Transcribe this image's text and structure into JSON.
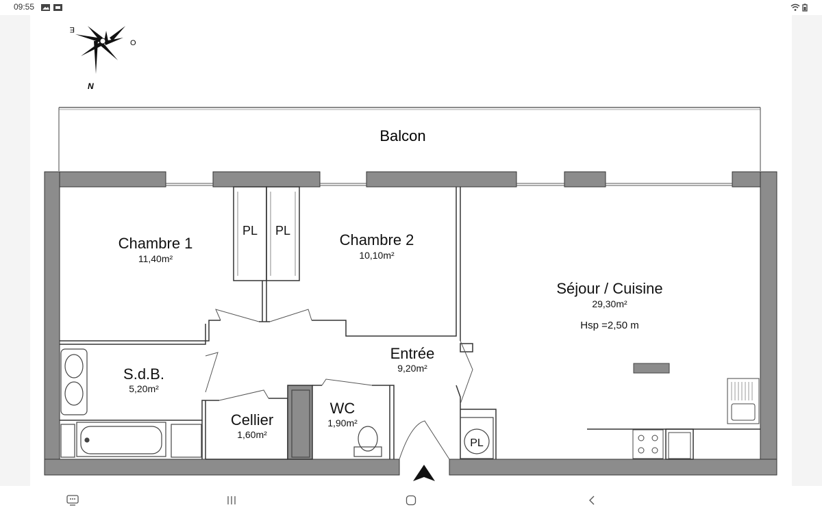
{
  "status_bar": {
    "time": "09:55"
  },
  "plan": {
    "compass": {
      "north": "N",
      "east": "E",
      "west": "O"
    },
    "balcony": "Balcon",
    "rooms": [
      {
        "name": "Chambre 1",
        "area": "11,40m²"
      },
      {
        "name": "Chambre 2",
        "area": "10,10m²"
      },
      {
        "name": "Séjour / Cuisine",
        "area": "29,30m²",
        "extra": "Hsp =2,50 m"
      },
      {
        "name": "Entrée",
        "area": "9,20m²"
      },
      {
        "name": "S.d.B.",
        "area": "5,20m²"
      },
      {
        "name": "Cellier",
        "area": "1,60m²"
      },
      {
        "name": "WC",
        "area": "1,90m²"
      }
    ],
    "closets": [
      "PL",
      "PL",
      "PL"
    ]
  },
  "nav_bar": {
    "buttons": [
      "recent-apps",
      "home",
      "back"
    ]
  },
  "colors": {
    "wall": "#8c8c8c",
    "wall_edge": "#333333",
    "line": "#222222"
  }
}
